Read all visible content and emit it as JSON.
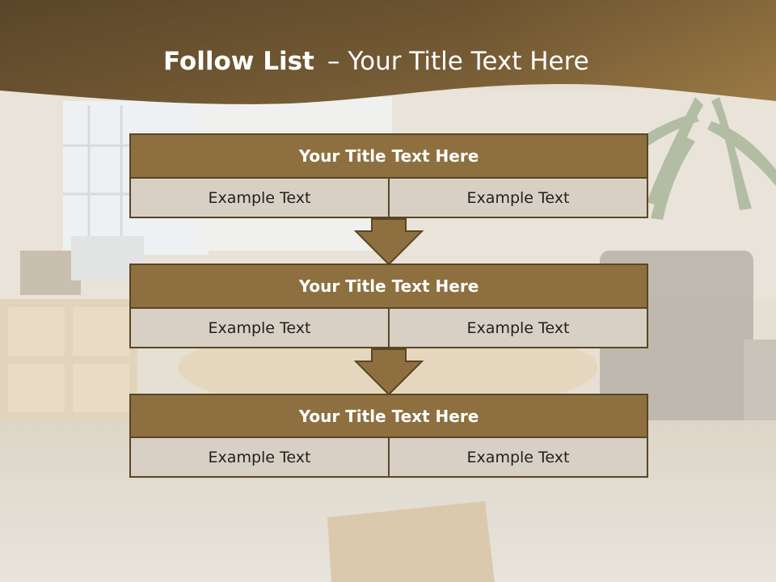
{
  "slide": {
    "title_bold": "Follow List",
    "title_dash": "–",
    "title_rest": "Your Title Text Here"
  },
  "blocks": [
    {
      "title": "Your Title Text Here",
      "left": "Example Text",
      "right": "Example Text"
    },
    {
      "title": "Your Title Text Here",
      "left": "Example Text",
      "right": "Example Text"
    },
    {
      "title": "Your Title Text Here",
      "left": "Example Text",
      "right": "Example Text"
    }
  ],
  "colors": {
    "header_band": "#7b5f34",
    "block_header": "#8e7040",
    "block_cell": "#d8d0c4",
    "border": "#5b4524",
    "arrow": "#8e7040"
  }
}
